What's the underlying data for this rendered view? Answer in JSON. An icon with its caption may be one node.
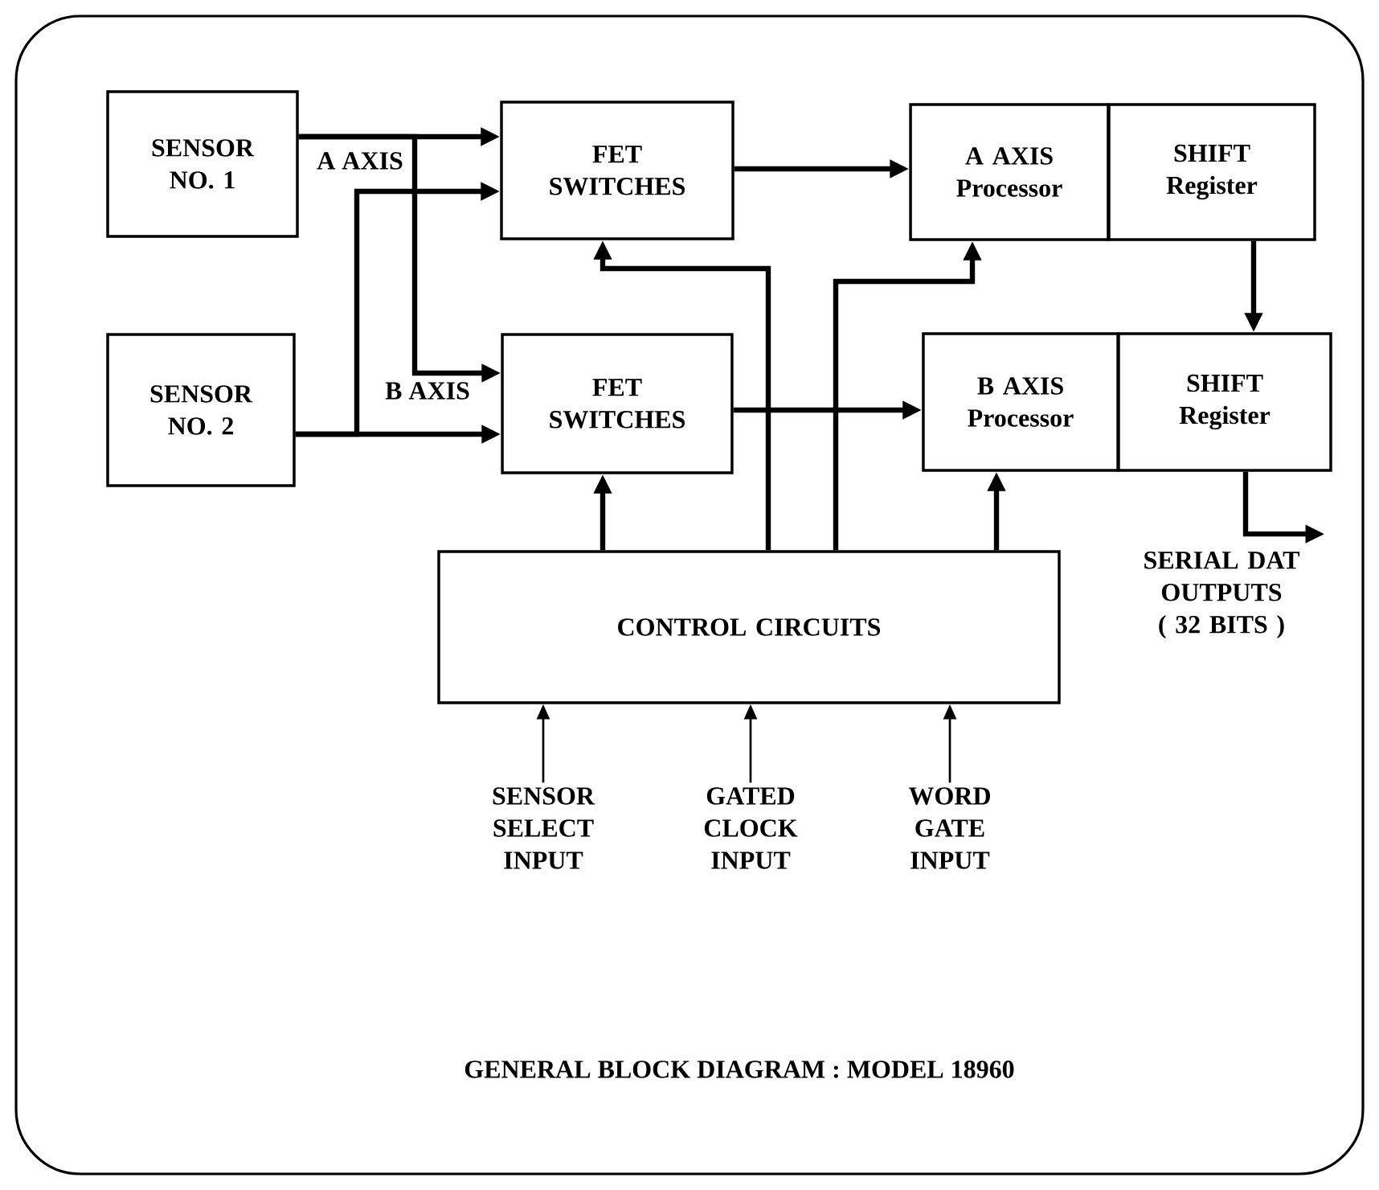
{
  "diagram": {
    "caption": "GENERAL BLOCK DIAGRAM : MODEL 18960",
    "nodes": [
      {
        "text": [
          "SENSOR NO. 1"
        ]
      },
      {
        "text": [
          "SENSOR NO. 2"
        ]
      },
      {
        "text": [
          "FET SWITCHES"
        ]
      },
      {
        "text": [
          "FET SWITCHES"
        ]
      },
      {
        "text": [
          "A AXIS Processor"
        ]
      },
      {
        "text": [
          "SHIFT Register"
        ]
      },
      {
        "text": [
          "B AXIS Processor"
        ]
      },
      {
        "text": [
          "SHIFT Register"
        ]
      },
      {
        "text": [
          "CONTROL CIRCUITS"
        ]
      },
      {
        "text": [
          "SENSOR SELECT INPUT"
        ]
      },
      {
        "text": [
          "GATED CLOCK INPUT"
        ]
      },
      {
        "text": [
          "WORD GATE INPUT"
        ]
      },
      {
        "text": [
          "SERIAL DAT OUTPUTS",
          "( 32 BITS )"
        ]
      }
    ],
    "edges": [
      {
        "from": 0,
        "to": 2,
        "arrow": "to"
      },
      {
        "from": 0,
        "to": 3,
        "arrow": "to"
      },
      {
        "from": 1,
        "to": 3,
        "arrow": "to"
      },
      {
        "from": 1,
        "to": 2,
        "arrow": "to"
      },
      {
        "from": 2,
        "to": 4,
        "arrow": "to"
      },
      {
        "from": 3,
        "to": 6,
        "arrow": "to"
      },
      {
        "from": 5,
        "to": 7,
        "arrow": "to"
      },
      {
        "from": 8,
        "to": 2,
        "arrow": "to"
      },
      {
        "from": 8,
        "to": 3,
        "arrow": "to"
      },
      {
        "from": 8,
        "to": 4,
        "arrow": "to"
      },
      {
        "from": 8,
        "to": 6,
        "arrow": "to"
      },
      {
        "from": 9,
        "to": 8,
        "arrow": "to"
      },
      {
        "from": 10,
        "to": 8,
        "arrow": "to"
      },
      {
        "from": 11,
        "to": 8,
        "arrow": "to"
      },
      {
        "from": 7,
        "to": 12,
        "arrow": "to"
      }
    ],
    "labels": [
      "A AXIS",
      "B AXIS"
    ]
  }
}
